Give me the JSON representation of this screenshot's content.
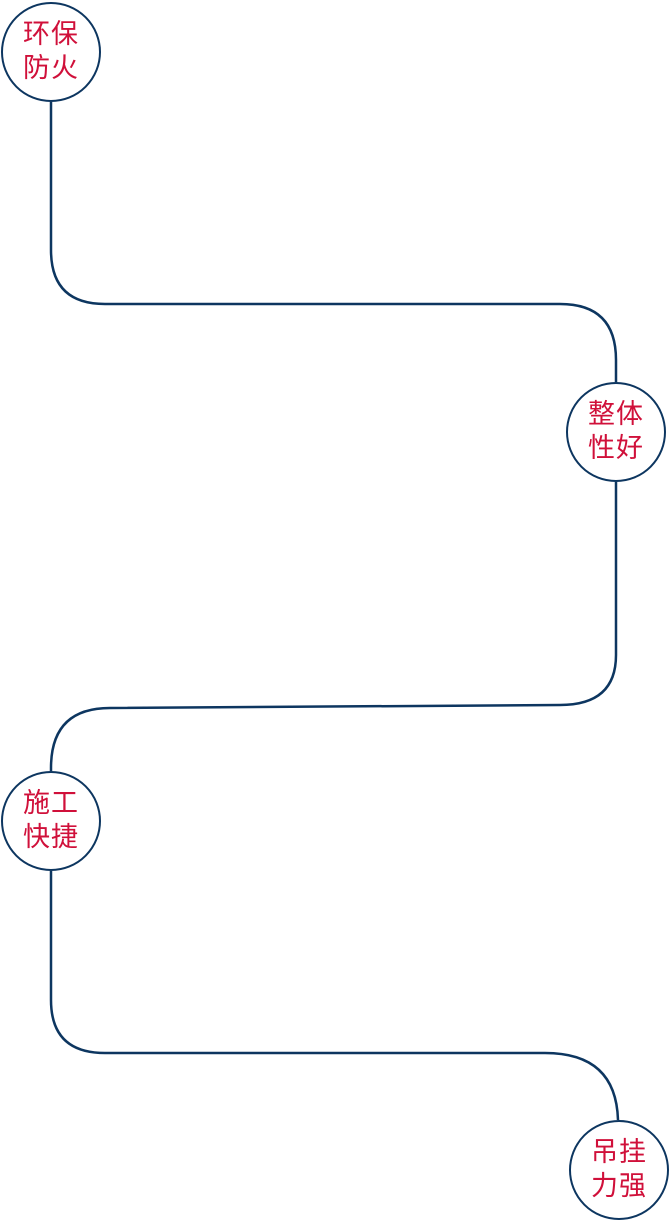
{
  "colors": {
    "line": "#0d3660",
    "text": "#d0103a",
    "background": "#ffffff"
  },
  "nodes": [
    {
      "line1": "环保",
      "line2": "防火"
    },
    {
      "line1": "整体",
      "line2": "性好"
    },
    {
      "line1": "施工",
      "line2": "快捷"
    },
    {
      "line1": "吊挂",
      "line2": "力强"
    }
  ]
}
